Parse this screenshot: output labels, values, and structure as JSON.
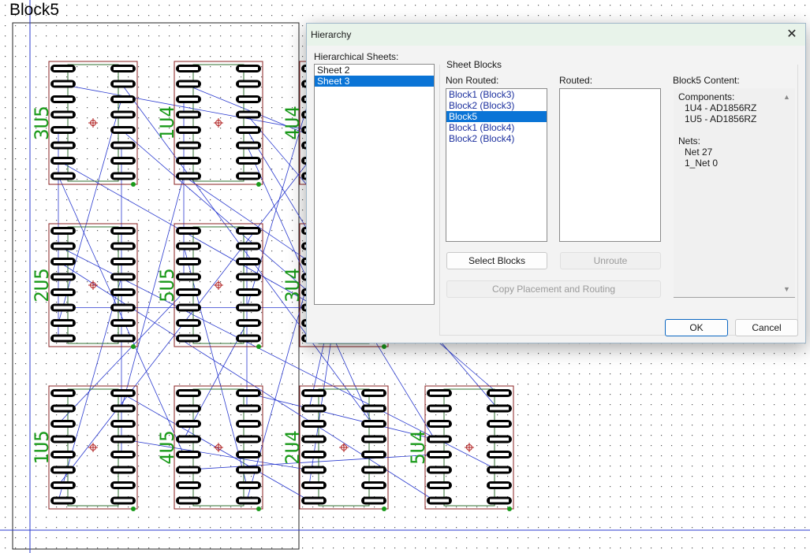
{
  "canvas": {
    "block_label": "Block5",
    "colors": {
      "refdes": "#1a9a1a",
      "ratsnest": "#2a3acf",
      "outline": "#8a2020",
      "pad": "#000000"
    },
    "components": [
      {
        "ref": "3U5"
      },
      {
        "ref": "1U4"
      },
      {
        "ref": "4U4"
      },
      {
        "ref": "2U5"
      },
      {
        "ref": "5U5"
      },
      {
        "ref": "3U4"
      },
      {
        "ref": "1U5"
      },
      {
        "ref": "4U5"
      },
      {
        "ref": "2U4"
      },
      {
        "ref": "5U4"
      }
    ]
  },
  "dialog": {
    "title": "Hierarchy",
    "close_label": "✕",
    "hierarchical_sheets_label": "Hierarchical Sheets:",
    "sheets": [
      {
        "label": "Sheet 2",
        "selected": false
      },
      {
        "label": "Sheet 3",
        "selected": true
      }
    ],
    "sheet_blocks_label": "Sheet Blocks",
    "non_routed_label": "Non Routed:",
    "non_routed": [
      {
        "label": "Block1 (Block3)",
        "selected": false
      },
      {
        "label": "Block2 (Block3)",
        "selected": false
      },
      {
        "label": "Block5",
        "selected": true
      },
      {
        "label": "Block1 (Block4)",
        "selected": false
      },
      {
        "label": "Block2 (Block4)",
        "selected": false
      }
    ],
    "routed_label": "Routed:",
    "content_label": "Block5 Content:",
    "content": {
      "components_label": "Components:",
      "components": [
        "1U4 - AD1856RZ",
        "1U5 - AD1856RZ"
      ],
      "nets_label": "Nets:",
      "nets": [
        "Net 27",
        "1_Net 0"
      ]
    },
    "buttons": {
      "select_blocks": "Select Blocks",
      "unroute": "Unroute",
      "copy_placement": "Copy Placement and Routing",
      "ok": "OK",
      "cancel": "Cancel"
    }
  }
}
